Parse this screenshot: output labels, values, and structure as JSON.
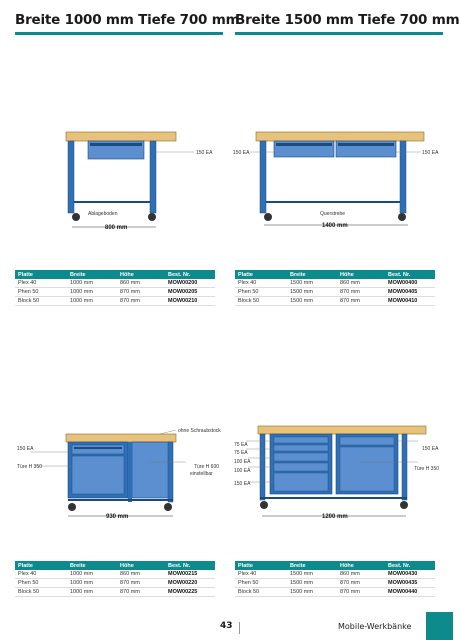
{
  "headings": {
    "left": "Breite 1000 mm Tiefe 700 mm",
    "right": "Breite 1500 mm Tiefe 700 mm"
  },
  "colors": {
    "accent": "#0d8a8c",
    "frame": "#2f6fb5",
    "top": "#e6c27a"
  },
  "illustrations": {
    "wb1": {
      "tag": "150 EA",
      "shelf_label": "Ablageboden",
      "dim": "800 mm"
    },
    "wb2": {
      "tag_left": "150 EA",
      "tag_right": "150 EA",
      "shelf_label": "Querstrebe",
      "dim": "1400 mm"
    },
    "wb3": {
      "top_label": "ohne Schraubstock",
      "tag_left": "150 EA",
      "door_left": "Türe H 350",
      "door_right_1": "Türe H 600",
      "door_right_2": "einstellbar",
      "dim": "930 mm"
    },
    "wb4": {
      "drawer_1": "75 EA",
      "drawer_2": "75 EA",
      "drawer_3": "100 EA",
      "drawer_4": "100 EA",
      "drawer_5": "150 EA",
      "tag_right": "150 EA",
      "door_right": "Türe H 350",
      "dim": "1200 mm"
    }
  },
  "tables": {
    "headers": [
      "Platte",
      "Breite",
      "Höhe",
      "Best. Nr."
    ],
    "t1": [
      [
        "Plex 40",
        "1000 mm",
        "860 mm",
        "MOW00200"
      ],
      [
        "Phen 50",
        "1000 mm",
        "870 mm",
        "MOW00205"
      ],
      [
        "Block 50",
        "1000 mm",
        "870 mm",
        "MOW00210"
      ]
    ],
    "t2": [
      [
        "Plex 40",
        "1500 mm",
        "860 mm",
        "MOW00400"
      ],
      [
        "Phen 50",
        "1500 mm",
        "870 mm",
        "MOW00405"
      ],
      [
        "Block 50",
        "1500 mm",
        "870 mm",
        "MOW00410"
      ]
    ],
    "t3": [
      [
        "Plex 40",
        "1000 mm",
        "860 mm",
        "MOW00215"
      ],
      [
        "Phen 50",
        "1000 mm",
        "870 mm",
        "MOW00220"
      ],
      [
        "Block 50",
        "1000 mm",
        "870 mm",
        "MOW00225"
      ]
    ],
    "t4": [
      [
        "Plex 40",
        "1500 mm",
        "860 mm",
        "MOW00430"
      ],
      [
        "Phen 50",
        "1500 mm",
        "870 mm",
        "MOW00435"
      ],
      [
        "Block 50",
        "1500 mm",
        "870 mm",
        "MOW00440"
      ]
    ]
  },
  "footer": {
    "page": "43",
    "title": "Mobile-Werkbänke"
  }
}
